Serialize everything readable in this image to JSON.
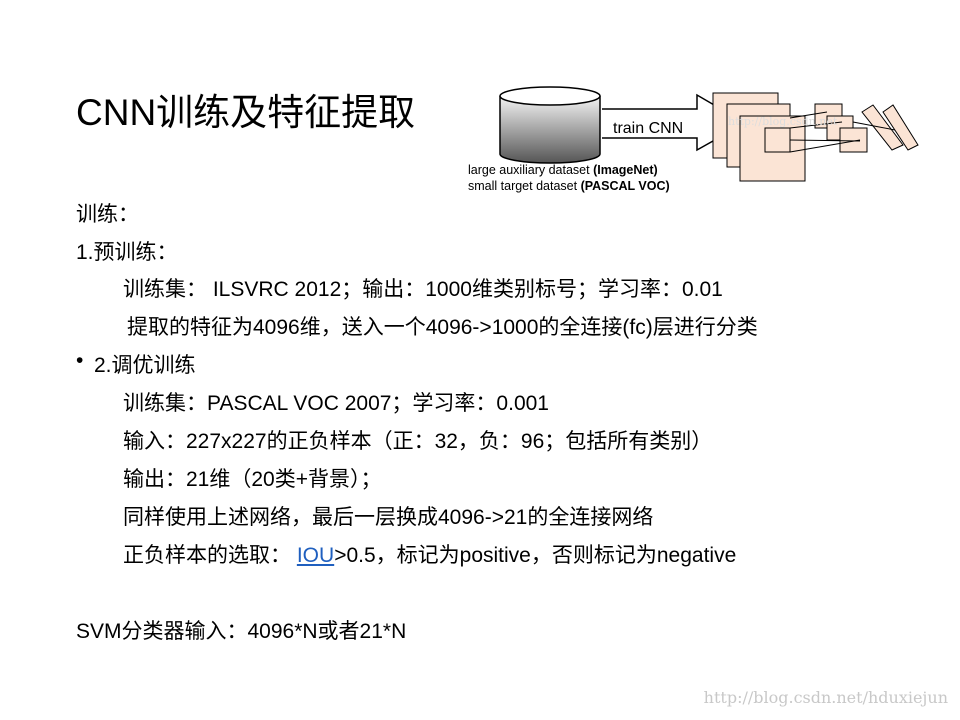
{
  "title": "CNN训练及特征提取",
  "diagram": {
    "arrow_label": "train CNN",
    "caption1_a": "large auxiliary dataset ",
    "caption1_b": "(ImageNet)",
    "caption2_a": "small target dataset ",
    "caption2_b": "(PASCAL VOC)",
    "watermark": "http://blog.csdn.net"
  },
  "body": {
    "l0": "训练：",
    "l1": "1.预训练：",
    "l2": "训练集： ILSVRC 2012；输出：1000维类别标号；学习率：0.01",
    "l3": "提取的特征为4096维，送入一个4096->1000的全连接(fc)层进行分类",
    "bullet": "•",
    "l4": "2.调优训练",
    "l5": "训练集：PASCAL VOC 2007；学习率：0.001",
    "l6": "输入：227x227的正负样本（正：32，负：96；包括所有类别）",
    "l7": "输出：21维（20类+背景）；",
    "l8": "同样使用上述网络，最后一层换成4096->21的全连接网络",
    "l9a": "正负样本的选取： ",
    "l9link": "IOU",
    "l9b": ">0.5，标记为positive，否则标记为negative",
    "l10": "SVM分类器输入：4096*N或者21*N"
  },
  "watermark": "http://blog.csdn.net/hduxiejun"
}
